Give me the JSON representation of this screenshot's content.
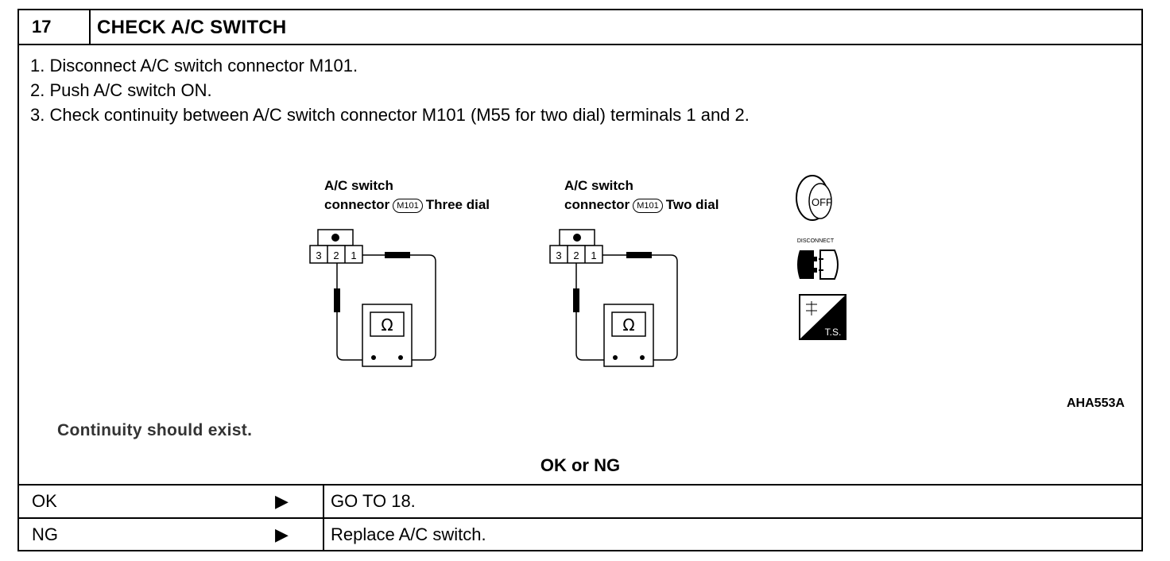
{
  "header": {
    "step_number": "17",
    "title": "CHECK A/C SWITCH"
  },
  "steps": [
    "1. Disconnect A/C switch connector M101.",
    "2. Push A/C switch ON.",
    "3. Check continuity between A/C switch connector M101 (M55 for two dial) terminals 1 and 2."
  ],
  "diagram": {
    "left": {
      "line1": "A/C switch",
      "line2_prefix": "connector",
      "badge": "M101",
      "line2_suffix": "Three dial",
      "terminals": [
        "3",
        "2",
        "1"
      ],
      "meter": "Ω"
    },
    "right": {
      "line1": "A/C switch",
      "line2_prefix": "connector",
      "badge": "M101",
      "line2_suffix": "Two dial",
      "terminals": [
        "3",
        "2",
        "1"
      ],
      "meter": "Ω"
    },
    "icons": {
      "ignition": "OFF",
      "disconnect": "DISCONNECT",
      "ts": "T.S."
    },
    "figure_code": "AHA553A"
  },
  "expectation": "Continuity should exist.",
  "decision_label": "OK or NG",
  "results": [
    {
      "result": "OK",
      "arrow": "▶",
      "action": "GO TO 18."
    },
    {
      "result": "NG",
      "arrow": "▶",
      "action": "Replace A/C switch."
    }
  ]
}
